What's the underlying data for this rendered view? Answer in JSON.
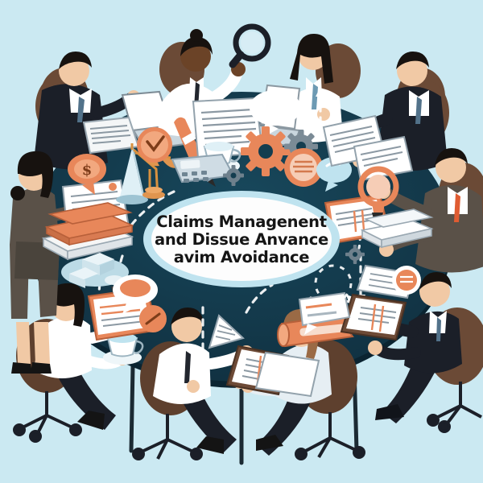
{
  "scene": {
    "kind": "illustration",
    "subject": "business meeting round table infographic",
    "background_color": "#cbe9f2",
    "table_color": "#133d50",
    "table_edge_color": "#0d2c3b",
    "accent_orange": "#e8875a",
    "accent_light_blue": "#bfe3ef",
    "paper_color": "#ffffff",
    "chair_color": "#6b4a36",
    "suit_dark": "#1b1f28",
    "suit_gray": "#5a5148",
    "skin_light": "#f1c9a5",
    "skin_dark": "#6b4327",
    "metal_color": "#2a2a2a"
  },
  "center_badge": {
    "name": "center-ellipse-label",
    "ring_color": "#bfe3ef",
    "fill_color": "#fdfdfd",
    "lines": [
      "Claims Managenent",
      "and Dissue Anvance",
      "avim Avoidance"
    ]
  },
  "participants": [
    {
      "id": "man-top-left",
      "label": "man in dark suit with laptop",
      "seat": "top-left"
    },
    {
      "id": "woman-top-center",
      "label": "woman with magnifying glass",
      "seat": "top-center-left"
    },
    {
      "id": "woman-top-right",
      "label": "woman with laptop",
      "seat": "top-center-right"
    },
    {
      "id": "man-right-upper",
      "label": "man in dark suit passing documents",
      "seat": "right-upper"
    },
    {
      "id": "man-right-lower",
      "label": "man with orange tie holding lightbulb",
      "seat": "right-middle"
    },
    {
      "id": "man-right-bottom",
      "label": "man in dark suit with clipboard",
      "seat": "right-lower"
    },
    {
      "id": "woman-right-bottom",
      "label": "woman with clipboard",
      "seat": "bottom-right"
    },
    {
      "id": "man-bottom-center",
      "label": "man in white shirt and tie gesturing",
      "seat": "bottom-center"
    },
    {
      "id": "woman-bottom-left",
      "label": "woman with clipboard and pen",
      "seat": "bottom-left"
    },
    {
      "id": "woman-left",
      "label": "standing woman in gray suit reading papers",
      "seat": "left"
    }
  ],
  "table_objects": [
    {
      "id": "scales-of-justice",
      "label": "scales of justice",
      "color": "#e0954f"
    },
    {
      "id": "dollar-bubble",
      "label": "dollar sign speech bubble",
      "color": "#e8875a"
    },
    {
      "id": "book-stack",
      "label": "stack of books",
      "color": "#e8875a"
    },
    {
      "id": "orange-pen",
      "label": "fountain pen",
      "color": "#e8875a"
    },
    {
      "id": "clock-check",
      "label": "clock with check mark",
      "color": "#e8875a"
    },
    {
      "id": "coffee-cup-top",
      "label": "coffee cup",
      "color": "#ffffff"
    },
    {
      "id": "coffee-cup-bottom",
      "label": "coffee cup",
      "color": "#ffffff"
    },
    {
      "id": "calculator",
      "label": "calculator",
      "color": "#cfdce4"
    },
    {
      "id": "gear-large",
      "label": "large orange gear",
      "color": "#e8875a"
    },
    {
      "id": "gear-small-gray",
      "label": "small gray gear",
      "color": "#7b8b96"
    },
    {
      "id": "list-circle",
      "label": "orange list circle icon",
      "color": "#e8875a"
    },
    {
      "id": "lightbulb",
      "label": "lightbulb",
      "color": "#e8875a"
    },
    {
      "id": "speech-bubble-blue",
      "label": "blue speech bubble",
      "color": "#bfe3ef"
    },
    {
      "id": "speech-bubble-orange",
      "label": "orange speech bubble",
      "color": "#e8875a"
    },
    {
      "id": "scroll",
      "label": "rolled document scroll",
      "color": "#e8875a"
    },
    {
      "id": "cube-chart",
      "label": "3d blocks diagram",
      "color": "#dff0f6"
    },
    {
      "id": "magnifier",
      "label": "magnifying glass",
      "color": "#1b1f28"
    },
    {
      "id": "document-stack",
      "label": "stacked documents",
      "color": "#ffffff"
    },
    {
      "id": "dashed-arrows",
      "label": "dashed connector arrows",
      "color": "#ffffff"
    }
  ]
}
